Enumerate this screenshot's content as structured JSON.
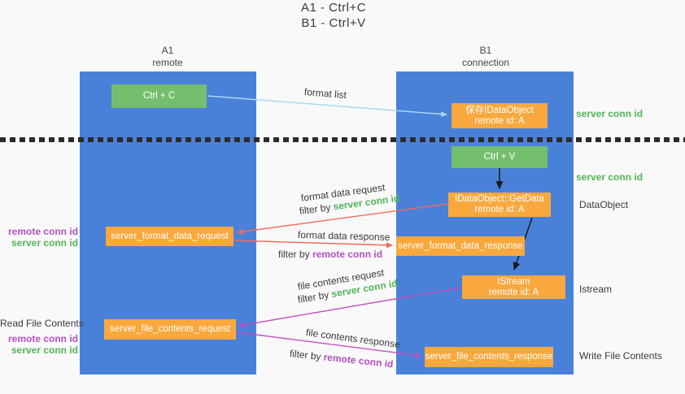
{
  "title": {
    "line1": "A1 - Ctrl+C",
    "line2": "B1 - Ctrl+V"
  },
  "columns": {
    "left": {
      "name": "A1",
      "subtitle": "remote"
    },
    "right": {
      "name": "B1",
      "subtitle": "connection"
    }
  },
  "boxes": {
    "ctrl_c": {
      "label": "Ctrl + C"
    },
    "save_dataobject": {
      "line1": "保存IDataObject",
      "line2": "remote id: A"
    },
    "ctrl_v": {
      "label": "Ctrl + V"
    },
    "getdata": {
      "line1": "IDataObject::GetData",
      "line2": "remote id: A"
    },
    "format_request": {
      "label": "server_format_data_request"
    },
    "format_response": {
      "label": "server_format_data_response"
    },
    "istream": {
      "line1": "IStream",
      "line2": "remote id: A"
    },
    "file_request": {
      "label": "server_file_contents_request"
    },
    "file_response": {
      "label": "server_file_contents_response"
    }
  },
  "arrow_labels": {
    "format_list": "format list",
    "format_data_request": "format data request",
    "format_data_response": "format data response",
    "file_contents_request": "file contents request",
    "file_contents_response": "file contents response",
    "filter_by": "filter by",
    "server_conn_id": "server conn id",
    "remote_conn_id": "remote conn id"
  },
  "side_labels": {
    "right_server_conn_id_top": "server conn id",
    "right_server_conn_id_mid": "server conn id",
    "right_dataobject": "DataObject",
    "right_istream": "Istream",
    "right_write_file": "Write File Contents",
    "left_remote_conn_id_top": "remote conn id",
    "left_server_conn_id_top": "server conn id",
    "left_read_file": "Read File Contents",
    "left_remote_conn_id_bottom": "remote conn id",
    "left_server_conn_id_bottom": "server conn id"
  },
  "colors": {
    "lane_blue": "#4a81d8",
    "box_green": "#74bf6d",
    "box_orange": "#f9a83d",
    "text_green": "#53b556",
    "text_purple": "#b44fc4",
    "arrow_blue": "#a9d7f2",
    "arrow_red": "#f4695a",
    "arrow_magenta": "#c44fc4",
    "arrow_black": "#1a1a1a"
  }
}
